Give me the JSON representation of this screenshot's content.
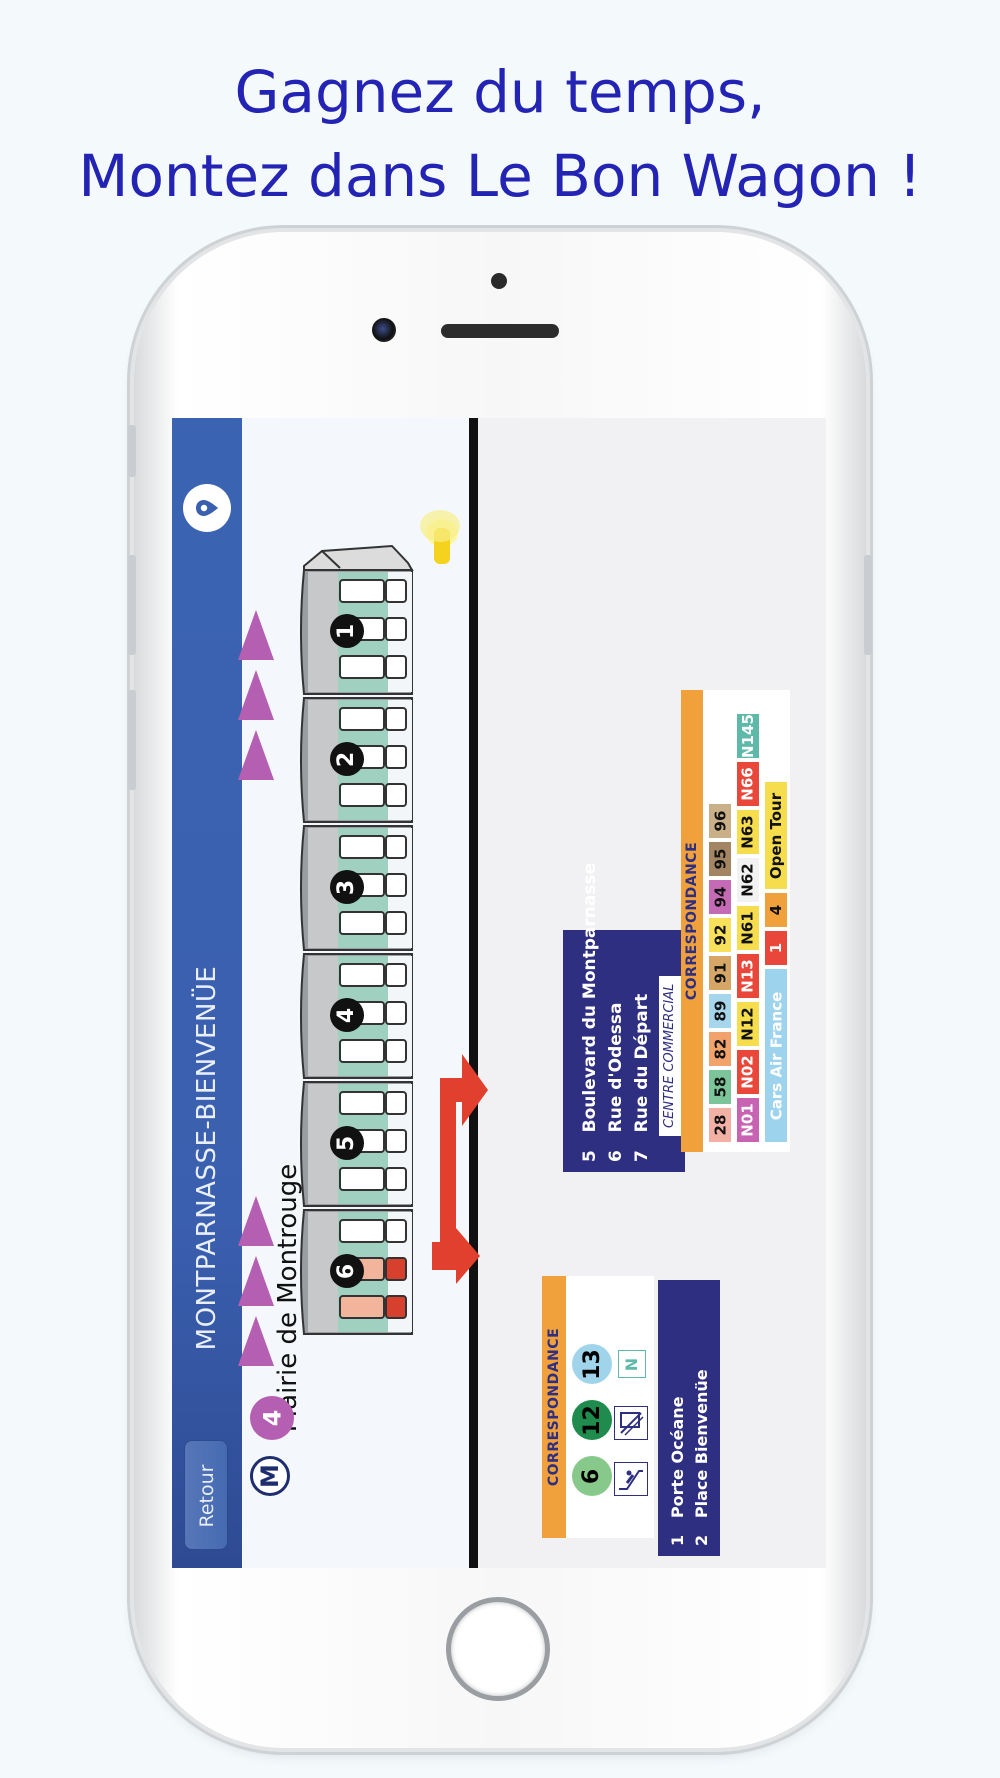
{
  "promo": {
    "line1": "Gagnez du temps,",
    "line2": "Montez dans Le Bon Wagon !"
  },
  "app": {
    "station": "MONTPARNASSE-BIENVENÜE",
    "back_label": "Retour",
    "direction": "Mairie de Montrouge",
    "metro_symbol": "M",
    "line": "4",
    "cars": [
      "1",
      "2",
      "3",
      "4",
      "5",
      "6"
    ]
  },
  "exits": {
    "street_exits": [
      {
        "num": "5",
        "name": "Boulevard du Montparnasse"
      },
      {
        "num": "6",
        "name": "Rue d'Odessa"
      },
      {
        "num": "7",
        "name": "Rue du Départ"
      }
    ],
    "mall_tag": "CENTRE COMMERCIAL",
    "station_exits": [
      {
        "num": "1",
        "name": "Porte Océane"
      },
      {
        "num": "2",
        "name": "Place Bienvenüe"
      }
    ]
  },
  "metro_correspondance": {
    "title": "CORRESPONDANCE",
    "lines": [
      {
        "label": "6",
        "color": "#86c98a",
        "text_color": "#111111"
      },
      {
        "label": "12",
        "color": "#1f8b4c",
        "text_color": "#111111"
      },
      {
        "label": "13",
        "color": "#9fd4ea",
        "text_color": "#111111"
      }
    ],
    "noctilien_symbol": "N",
    "icons": [
      "train-icon",
      "escalator-icon"
    ]
  },
  "bus_correspondance": {
    "title": "CORRESPONDANCE",
    "rows": [
      [
        {
          "label": "28",
          "color": "#f3b0a5"
        },
        {
          "label": "58",
          "color": "#7cc49a"
        },
        {
          "label": "82",
          "color": "#f1a36b"
        },
        {
          "label": "89",
          "color": "#a6d6ec"
        },
        {
          "label": "91",
          "color": "#d6a667"
        },
        {
          "label": "92",
          "color": "#f7e15a"
        },
        {
          "label": "94",
          "color": "#c56bb5"
        },
        {
          "label": "95",
          "color": "#a38563"
        },
        {
          "label": "96",
          "color": "#c9b088"
        }
      ],
      [
        {
          "label": "N01",
          "color": "#c862b3"
        },
        {
          "label": "N02",
          "color": "#e8473a"
        },
        {
          "label": "N12",
          "color": "#f6dd4e"
        },
        {
          "label": "N13",
          "color": "#e8473a"
        },
        {
          "label": "N61",
          "color": "#f6dd4e"
        },
        {
          "label": "N62",
          "color": "#f2f2f2"
        },
        {
          "label": "N63",
          "color": "#f6dd4e"
        },
        {
          "label": "N66",
          "color": "#e8473a"
        },
        {
          "label": "N145",
          "color": "#5fb9a8"
        }
      ],
      [
        {
          "label": "Cars Air France",
          "color": "#9ed3ee"
        },
        {
          "label": "1",
          "color": "#e8473a"
        },
        {
          "label": "4",
          "color": "#f0a13b"
        },
        {
          "label": "Open Tour",
          "color": "#f6dd4e"
        }
      ]
    ]
  }
}
